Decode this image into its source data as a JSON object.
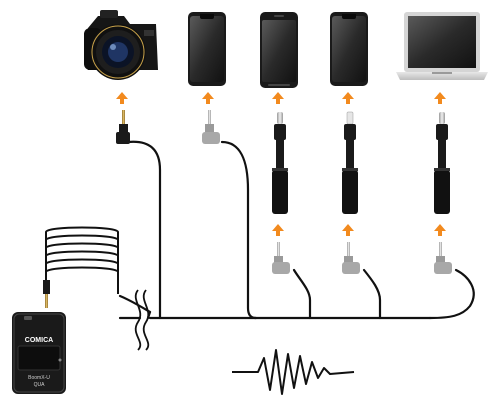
{
  "brand": {
    "logo_text": "COMICA",
    "model_text": "BoomX-U",
    "submodel_text": "QUA"
  },
  "devices": [
    {
      "id": "camera",
      "name": "camera-device"
    },
    {
      "id": "phone-1",
      "name": "phone-device"
    },
    {
      "id": "phone-2",
      "name": "android-phone-device"
    },
    {
      "id": "phone-3",
      "name": "iphone-device"
    },
    {
      "id": "laptop",
      "name": "laptop-device"
    }
  ],
  "colors": {
    "arrow": "#f28a1e",
    "cable": "#111111",
    "metal": "#c9c9c9",
    "device_body": "#1a1a1a"
  }
}
